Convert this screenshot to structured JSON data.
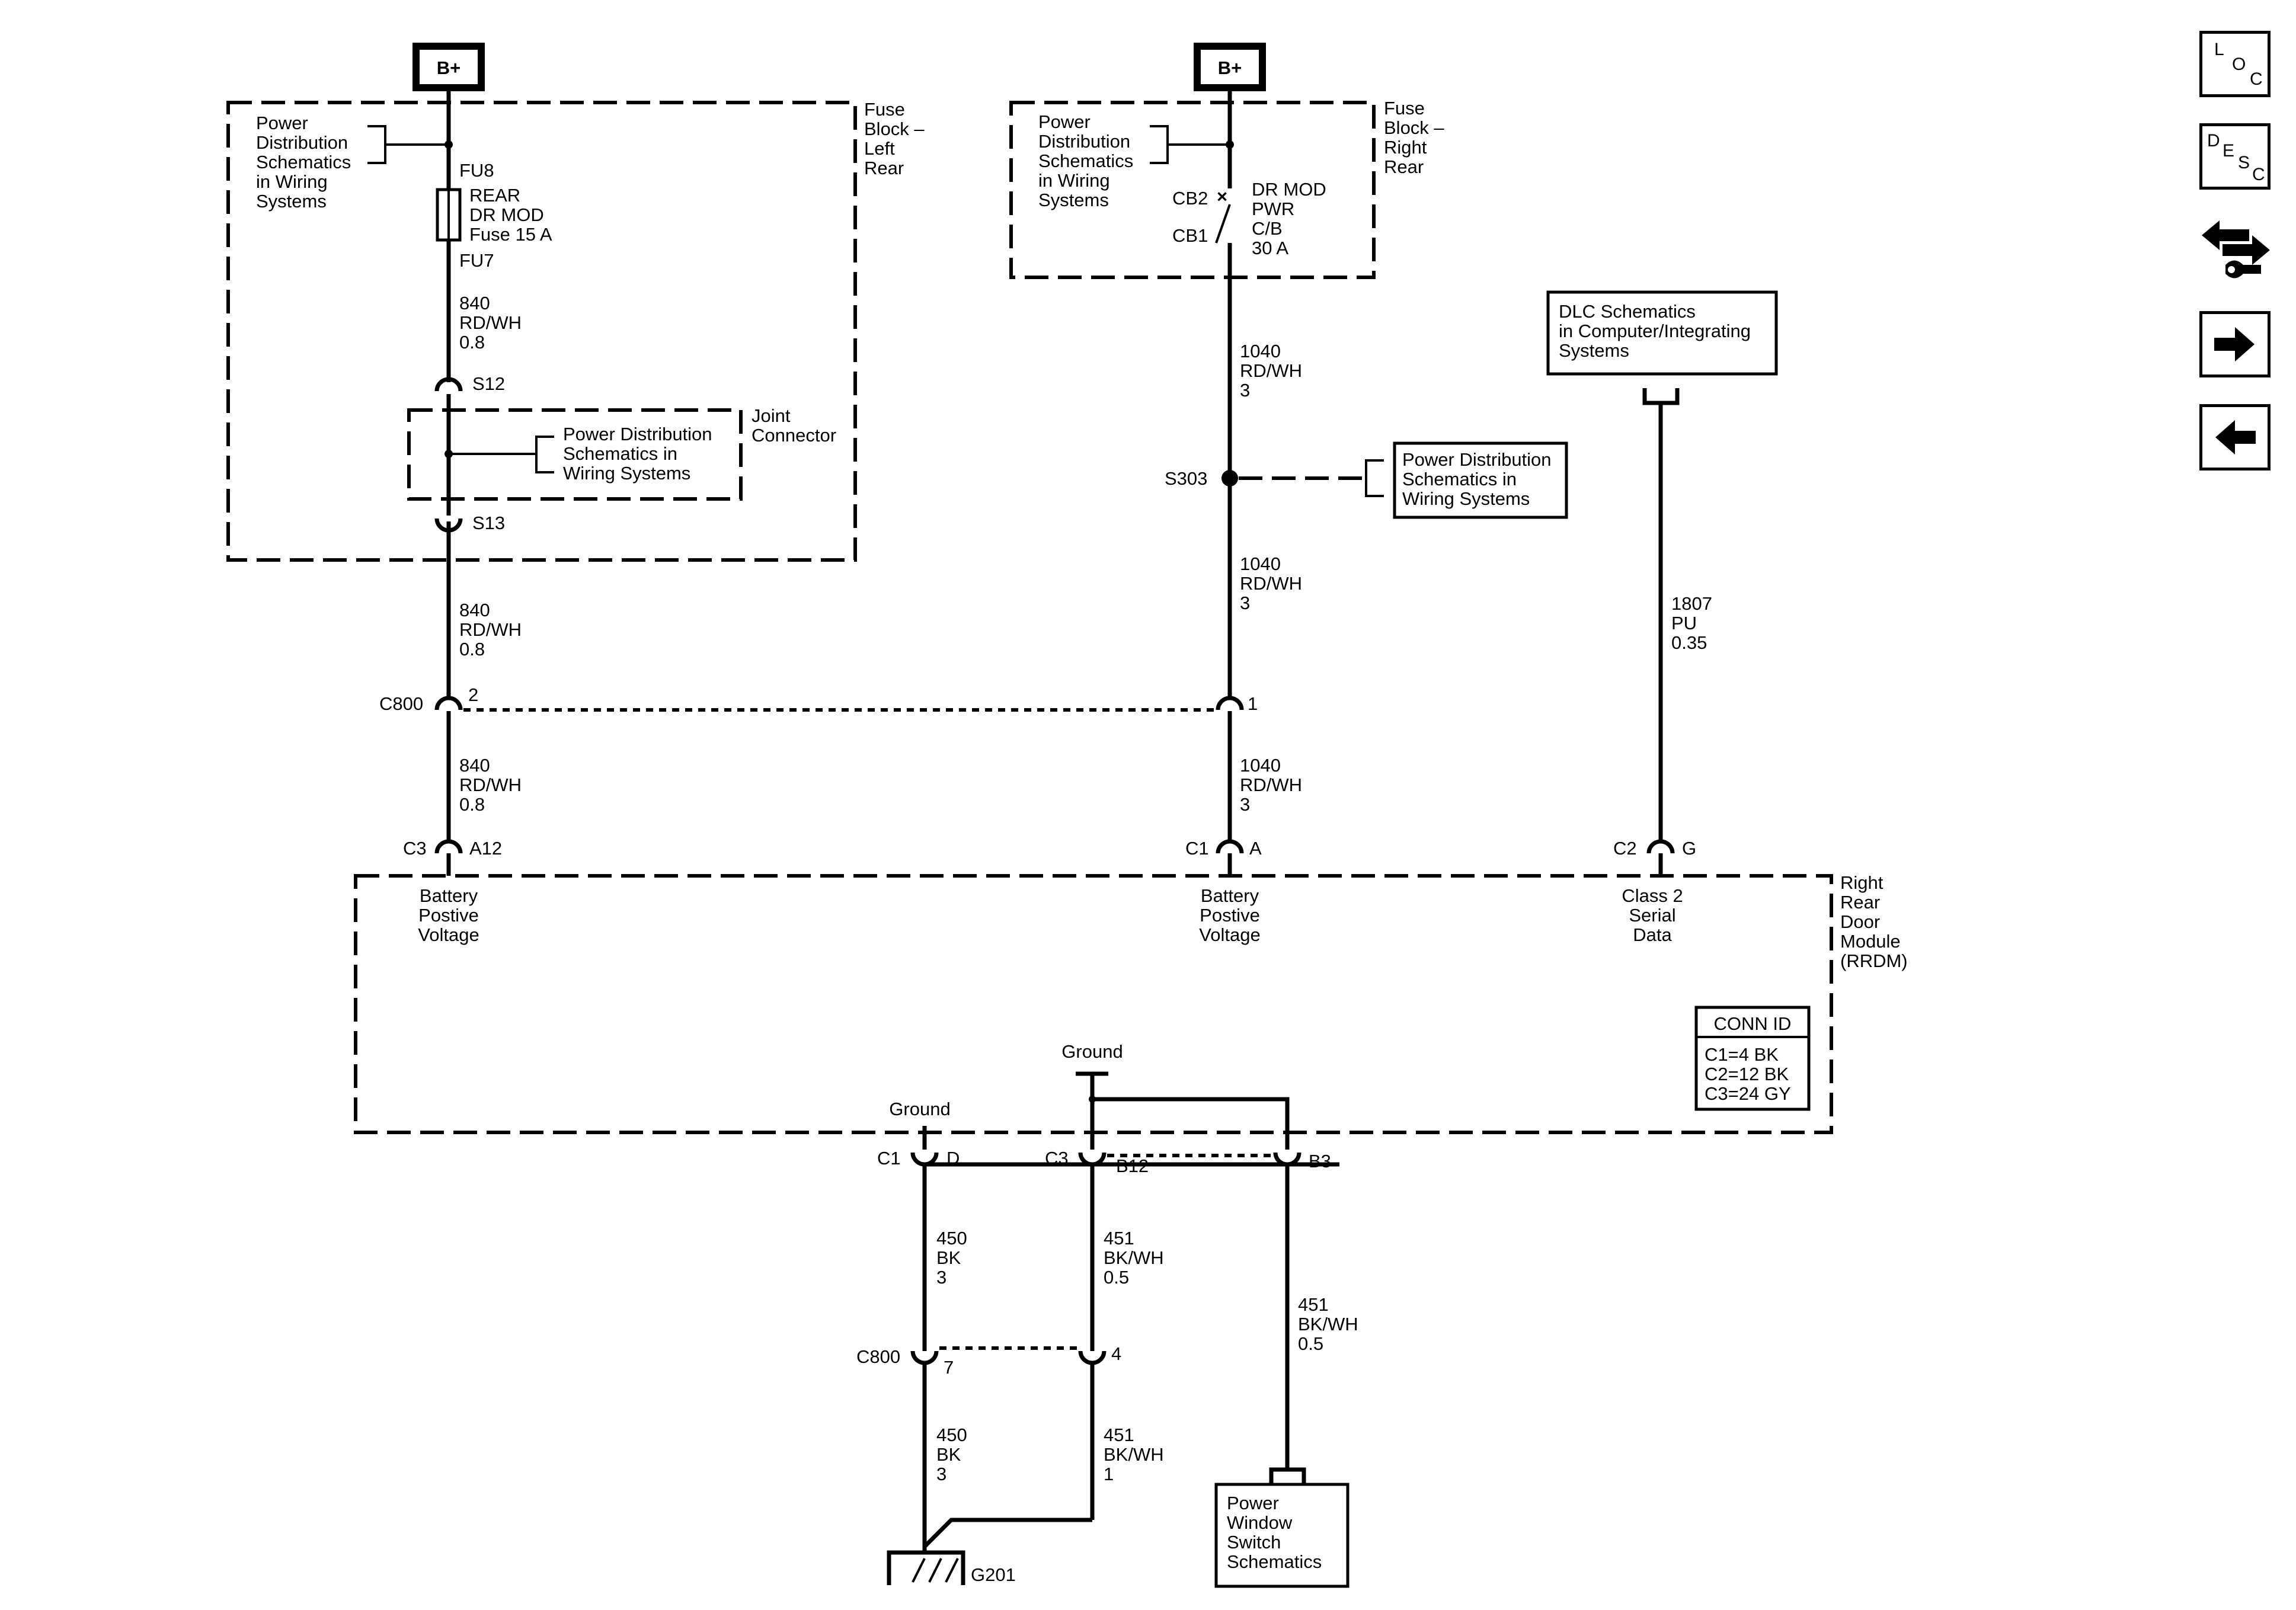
{
  "power": {
    "bplus_left": "B+",
    "bplus_right": "B+"
  },
  "fuse_block_lr": {
    "title": [
      "Fuse",
      "Block –",
      "Left",
      "Rear"
    ],
    "ref": [
      "Power",
      "Distribution",
      "Schematics",
      "in Wiring",
      "Systems"
    ],
    "fu8": "FU8",
    "fuse_label": [
      "REAR",
      "DR MOD",
      "Fuse 15 A"
    ],
    "fu7": "FU7"
  },
  "wire_840_a": [
    "840",
    "RD/WH",
    "0.8"
  ],
  "splices": {
    "s12": "S12",
    "s13": "S13",
    "s303": "S303"
  },
  "joint_connector": {
    "title": [
      "Joint",
      "Connector"
    ],
    "ref": [
      "Power Distribution",
      "Schematics in",
      "Wiring Systems"
    ]
  },
  "wire_840_b": [
    "840",
    "RD/WH",
    "0.8"
  ],
  "wire_840_c": [
    "840",
    "RD/WH",
    "0.8"
  ],
  "fuse_block_rr": {
    "title": [
      "Fuse",
      "Block –",
      "Right",
      "Rear"
    ],
    "ref": [
      "Power",
      "Distribution",
      "Schematics",
      "in Wiring",
      "Systems"
    ],
    "cb2": "CB2",
    "cb1": "CB1",
    "breaker_label": [
      "DR MOD",
      "PWR",
      "C/B",
      "30 A"
    ]
  },
  "wire_1040_a": [
    "1040",
    "RD/WH",
    "3"
  ],
  "s303_ref": [
    "Power Distribution",
    "Schematics in",
    "Wiring Systems"
  ],
  "wire_1040_b": [
    "1040",
    "RD/WH",
    "3"
  ],
  "wire_1040_c": [
    "1040",
    "RD/WH",
    "3"
  ],
  "dlc_ref": [
    "DLC Schematics",
    "in Computer/Integrating",
    "Systems"
  ],
  "wire_1807": [
    "1807",
    "PU",
    "0.35"
  ],
  "c800_top": {
    "label": "C800",
    "pin_left": "2",
    "pin_right": "1"
  },
  "rrdm_pins": {
    "c3": "C3",
    "a12": "A12",
    "c1": "C1",
    "a": "A",
    "c2": "C2",
    "g": "G"
  },
  "rrdm_functions": {
    "batt1": [
      "Battery",
      "Postive",
      "Voltage"
    ],
    "batt2": [
      "Battery",
      "Postive",
      "Voltage"
    ],
    "class2": [
      "Class 2",
      "Serial",
      "Data"
    ]
  },
  "rrdm_title": [
    "Right",
    "Rear",
    "Door",
    "Module",
    "(RRDM)"
  ],
  "conn_id": {
    "header": "CONN ID",
    "rows": [
      "C1=4 BK",
      "C2=12 BK",
      "C3=24 GY"
    ]
  },
  "grounds": {
    "ground_inner": "Ground",
    "ground_d": "Ground"
  },
  "bottom_pins": {
    "c1": "C1",
    "d": "D",
    "c3": "C3",
    "b12": "B12",
    "b3": "B3"
  },
  "wire_450_a": [
    "450",
    "BK",
    "3"
  ],
  "wire_451_a": [
    "451",
    "BK/WH",
    "0.5"
  ],
  "wire_451_b3": [
    "451",
    "BK/WH",
    "0.5"
  ],
  "c800_bottom": {
    "label": "C800",
    "pin_left": "7",
    "pin_right": "4"
  },
  "wire_450_b": [
    "450",
    "BK",
    "3"
  ],
  "wire_451_b": [
    "451",
    "BK/WH",
    "1"
  ],
  "g201": "G201",
  "pws_ref": [
    "Power",
    "Window",
    "Switch",
    "Schematics"
  ],
  "nav": {
    "loc": [
      "L",
      "O",
      "C"
    ],
    "desc": [
      "D",
      "E",
      "S",
      "C"
    ]
  }
}
